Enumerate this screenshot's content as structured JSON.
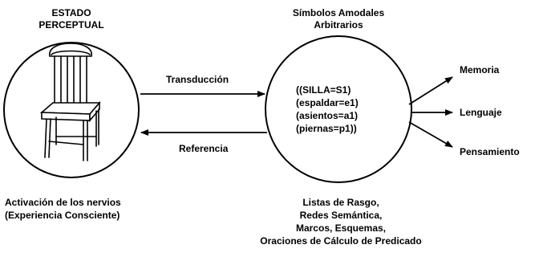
{
  "left_node": {
    "title_lines": [
      "ESTADO",
      "PERCEPTUAL"
    ],
    "caption_lines": [
      "Activación de los nervios",
      "(Experiencia Consciente)"
    ],
    "icon": "chair-icon"
  },
  "right_node": {
    "title_lines": [
      "Símbolos Amodales",
      "Arbitrarios"
    ],
    "content_lines": [
      "((SILLA=S1)",
      "(espaldar=e1)",
      "(asientos=a1)",
      "(piernas=p1))"
    ],
    "caption_lines": [
      "Listas de Rasgo,",
      "Redes Semántica,",
      "Marcos, Esquemas,",
      "Oraciones de Cálculo de Predicado"
    ]
  },
  "edges": {
    "forward_label": "Transducción",
    "backward_label": "Referencia"
  },
  "outputs": [
    "Memoria",
    "Lenguaje",
    "Pensamiento"
  ]
}
